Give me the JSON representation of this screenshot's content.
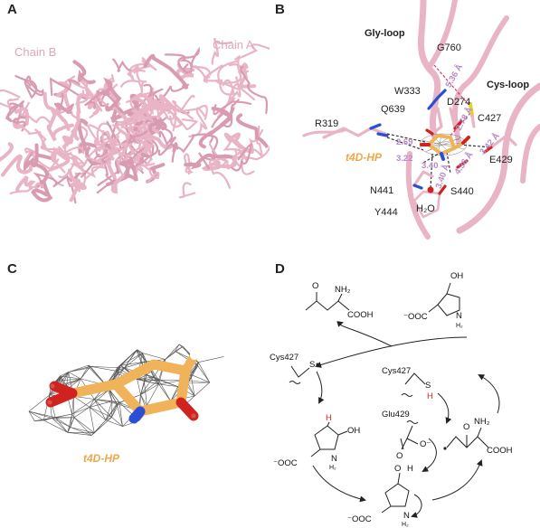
{
  "panels": {
    "A": {
      "label": "A",
      "chain_b": "Chain B",
      "chain_a": "Chain A"
    },
    "B": {
      "label": "B",
      "gly_loop": "Gly-loop",
      "cys_loop": "Cys-loop",
      "ligand": "t4D-HP",
      "water": "H₂O",
      "residues": [
        "G760",
        "W333",
        "D274",
        "Q639",
        "C427",
        "R319",
        "E429",
        "N441",
        "S440",
        "Y444"
      ],
      "distances": [
        "5.36 Å",
        "2.78 Å",
        "2.69",
        "3.22",
        "3.42 Å",
        "3.40",
        "4.36 Å",
        "3.40 Å"
      ]
    },
    "C": {
      "label": "C",
      "ligand": "t4D-HP"
    },
    "D": {
      "label": "D",
      "cys_a": "Cys427",
      "cys_b": "Cys427",
      "glu": "Glu429",
      "oh": "OH",
      "nh2": "NH₂",
      "cooh": "COOH",
      "ooc": "⁻OOC",
      "o": "O",
      "h": "H",
      "s": "S",
      "n": "N",
      "h2": "H₂",
      "ominus": "O⁻"
    }
  },
  "colors": {
    "ribbon": "#e8b4c6",
    "ribbon_dark": "#c98aa2",
    "ligand": "#f0b35a",
    "distance": "#b78ac8",
    "nitrogen": "#2a4fd6",
    "oxygen": "#d0231f",
    "sulfur": "#e6cf2a",
    "mesh": "#555555",
    "radical_h": "#d0231f"
  }
}
